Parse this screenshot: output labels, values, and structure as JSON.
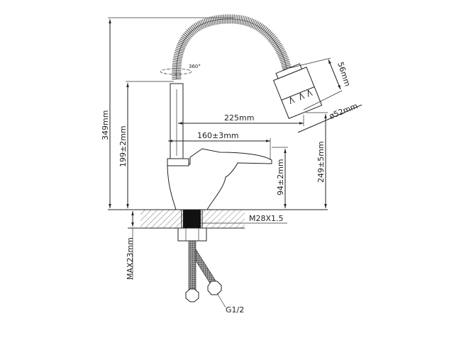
{
  "dimensions": {
    "total_height": "349mm",
    "spout_height": "199±2mm",
    "spout_reach": "225mm",
    "lever_length": "160±3mm",
    "head_length": "56mm",
    "head_diameter": "ø52mm",
    "head_height": "249±5mm",
    "lever_height": "94±2mm",
    "rotation": "360°",
    "thread": "M28X1.5",
    "countertop_max": "MAX23mm",
    "hose_connector": "G1/2"
  }
}
